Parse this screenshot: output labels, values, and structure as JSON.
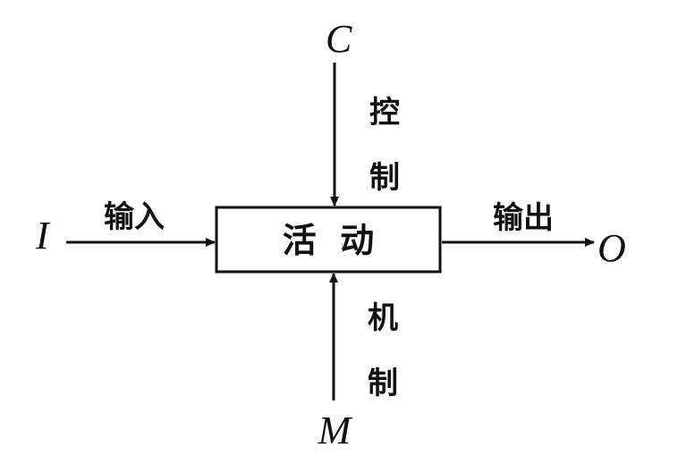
{
  "diagram": {
    "activity_label": "活  动",
    "input": {
      "symbol": "I",
      "label": "输入"
    },
    "output": {
      "symbol": "O",
      "label": "输出"
    },
    "control": {
      "symbol": "C",
      "label_chars": [
        "控",
        "制"
      ]
    },
    "mechanism": {
      "symbol": "M",
      "label_chars": [
        "机",
        "制"
      ]
    }
  }
}
